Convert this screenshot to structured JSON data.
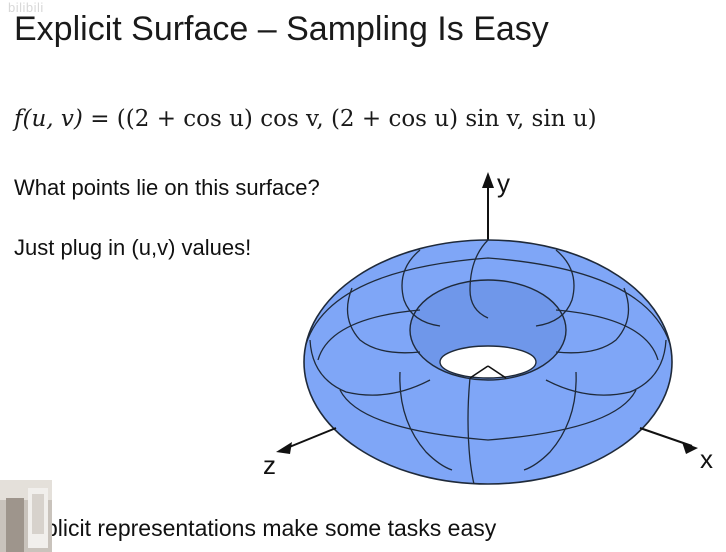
{
  "watermark": "bilibili",
  "slide": {
    "title": "Explicit Surface – Sampling Is Easy",
    "formula": {
      "lhs": "f(u, v)",
      "eq": " = ",
      "rhs": "((2 + cos u) cos v, (2 + cos u) sin v, sin u)"
    },
    "question": "What points lie on this surface?",
    "answer": "Just plug in (u,v) values!",
    "bottom": "plicit representations make some tasks easy"
  },
  "figure": {
    "axis_labels": {
      "y": "y",
      "x": "x",
      "z": "z"
    },
    "colors": {
      "torus_fill": "#7fa6f7",
      "mesh": "#1f2a3a",
      "axis": "#111111"
    },
    "icon": "torus-figure"
  },
  "webcam": {
    "icon": "webcam-overlay-icon"
  }
}
